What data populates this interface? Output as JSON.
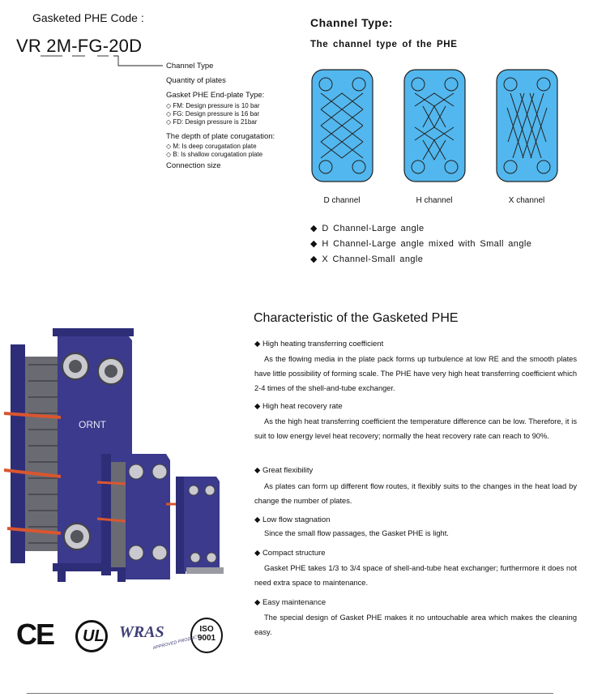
{
  "code": {
    "heading": "Gasketed PHE Code :",
    "code_text": "VR 2M-FG-20D",
    "labels": {
      "channel_type": "Channel Type",
      "quantity": "Quantity of plates",
      "endplate": "Gasket PHE End-plate Type:",
      "fm": "◇ FM: Design pressure is 10 bar",
      "fg": "◇ FG: Design pressure is 16 bar",
      "fd": "◇ FD: Design pressure is 21bar",
      "depth": "The depth of plate corugatation:",
      "m": "◇ M: Is deep corugatation plate",
      "b": "◇ B: Is shallow corugatation plate",
      "connection": "Connection size"
    }
  },
  "channel": {
    "heading": "Channel Type:",
    "subheading": "The channel type of the PHE",
    "captions": [
      "D channel",
      "H channel",
      "X channel"
    ],
    "bullets": [
      "◆ D Channel-Large angle",
      "◆ H Channel-Large angle mixed with Small angle",
      "◆ X Channel-Small angle"
    ],
    "plate_color": "#52b7ee"
  },
  "characteristics": {
    "heading": "Characteristic of the Gasketed PHE",
    "items": [
      {
        "title": "◆ High heating transferring coefficient",
        "text": "As the flowing media in the plate pack forms up turbulence at low RE and the smooth plates have little possibility of forming scale. The PHE have very  high heat transferring  coefficient which 2-4 times of the shell-and-tube exchanger."
      },
      {
        "title": "◆ High heat recovery rate",
        "text": "As the high heat transferring coefficient the temperature difference can be low. Therefore,  it is suit to  low energy level heat recovery; normally the heat recovery rate  can  reach to 90%."
      },
      {
        "title": "◆ Great flexibility",
        "text": "As plates can form up different flow routes, it flexibly suits to the changes in the heat load by change the number of plates."
      },
      {
        "title": "◆ Low flow stagnation",
        "text": "Since the small flow passages, the Gasket PHE is light."
      },
      {
        "title": "◆ Compact structure",
        "text": "Gasket PHE takes 1/3 to 3/4 space of shell-and-tube heat exchanger; furthermore it does not need extra space to maintenance."
      },
      {
        "title": "◆ Easy maintenance",
        "text": "The special design of Gasket PHE makes  it  no untouchable  area  which makes the cleaning easy."
      }
    ]
  },
  "product": {
    "brand": "ORNT",
    "frame_color": "#3b3a8c",
    "pipe_color": "#d9562f"
  },
  "certs": {
    "ce": "CE",
    "ul": "UL",
    "wras": "WRAS",
    "wras_sub": "APPROVED PRODUCT",
    "iso": "ISO",
    "iso_num": "9001"
  }
}
